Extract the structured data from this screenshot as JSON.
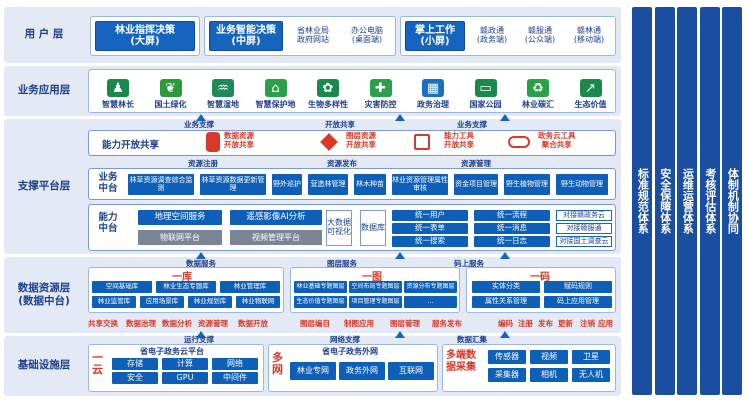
{
  "layers": {
    "user": "用 户 层",
    "app": "业务应用层",
    "support": "支撑平台层",
    "data": "数据资源层",
    "data_sub": "(数据中台)",
    "infra": "基础设施层"
  },
  "user_layer": {
    "g1_title": "林业指挥决策",
    "g1_sub": "(大屏)",
    "g2_title": "业务智能决策",
    "g2_sub": "(中屏)",
    "g2_a1": "省林业局",
    "g2_a2": "政府网站",
    "g2_b1": "办公电脑",
    "g2_b2": "(桌面端)",
    "g3_title": "掌上工作",
    "g3_sub": "(小屏)",
    "g3_a1": "赣政通",
    "g3_a2": "(政务端)",
    "g3_b1": "赣服通",
    "g3_b2": "(公众端)",
    "g3_c1": "赣林通",
    "g3_c2": "(移动端)"
  },
  "apps": [
    "智慧林长",
    "国土绿化",
    "智慧湿地",
    "智慧保护地",
    "生物多样性",
    "灾害防控",
    "政务治理",
    "国家公园",
    "林业碳汇",
    "生态价值"
  ],
  "support": {
    "top1": "业务支撑",
    "top2": "开放共享",
    "top3": "业务支撑",
    "cap_title": "能力开放共享",
    "cap1a": "数据资源",
    "cap1b": "开放共享",
    "cap2a": "图层资源",
    "cap2b": "开放共享",
    "cap3a": "能力工具",
    "cap3b": "开放共享",
    "cap4a": "政务云工具",
    "cap4b": "聚合共享",
    "mid1": "资源注册",
    "mid2": "资源发布",
    "mid3": "资源管理",
    "biz_title": "业务中台",
    "biz": [
      "林草资源调查综合监测",
      "林草资源数据更新管理",
      "野外巡护",
      "营造林管理",
      "林木种苗",
      "林业资源管理属性审核",
      "资金项目管理",
      "野生植物管理",
      "野生动物管理"
    ],
    "cap_center": "能力中台",
    "geo": "地理空间服务",
    "iot": "物联网平台",
    "rs": "遥感影像AI分析",
    "video": "视频管理平台",
    "bigdata": "大数据可视化",
    "db": "数据库",
    "unified": [
      "统一用户",
      "统一表单",
      "统一搜索",
      "统一流程",
      "统一消息",
      "统一日志"
    ],
    "dock": [
      "对接赣政务云",
      "对接赣服通",
      "对接国土调查云"
    ]
  },
  "data_layer": {
    "s1": "数据服务",
    "s2": "图层服务",
    "s3": "码上服务",
    "lib": "一库",
    "lib_items": [
      "空间基础库",
      "林业生态专题库",
      "林业管理库",
      "林业监管库",
      "应用场景库",
      "林业规划库",
      "林业物联网"
    ],
    "map": "一图",
    "map_items": [
      "林业基础专题图层",
      "空间布局专题图层",
      "资源分布专题图层",
      "生态价值专题图层",
      "项目管理专题图层",
      "..."
    ],
    "code": "一码",
    "code_items": [
      "实体分类",
      "赋码规则",
      "属性关系管理",
      "码上应用管理"
    ],
    "bottom_a": [
      "共享交换",
      "数据治理",
      "数据分析",
      "资源管理",
      "数据开放"
    ],
    "bottom_b": [
      "图层编目",
      "制图应用",
      "图层管理",
      "服务发布"
    ],
    "bottom_c": [
      "编码",
      "注册",
      "发布",
      "更新",
      "注销",
      "应用"
    ]
  },
  "infra": {
    "r1": "运行支撑",
    "r2": "网络支撑",
    "r3": "数据汇集",
    "cloud": "一云",
    "cloud_title": "省电子政务云平台",
    "cloud_items": [
      "存储",
      "计算",
      "网络",
      "安全",
      "GPU",
      "中间件"
    ],
    "net": "多网",
    "net_title": "省电子政务外网",
    "net_items": [
      "林业专网",
      "政务外网",
      "互联网"
    ],
    "collect": "多端数据采集",
    "collect_items": [
      "传感器",
      "视频",
      "卫星",
      "采集器",
      "相机",
      "无人机"
    ]
  },
  "pillars": [
    "标准规范体系",
    "安全保障体系",
    "运维运营体系",
    "考核评估体系",
    "体制机制协同"
  ],
  "colors": {
    "primary": "#1565c0",
    "dark": "#1f3f8c",
    "red": "#d83a2a",
    "pillar": "#1a4ea0"
  }
}
